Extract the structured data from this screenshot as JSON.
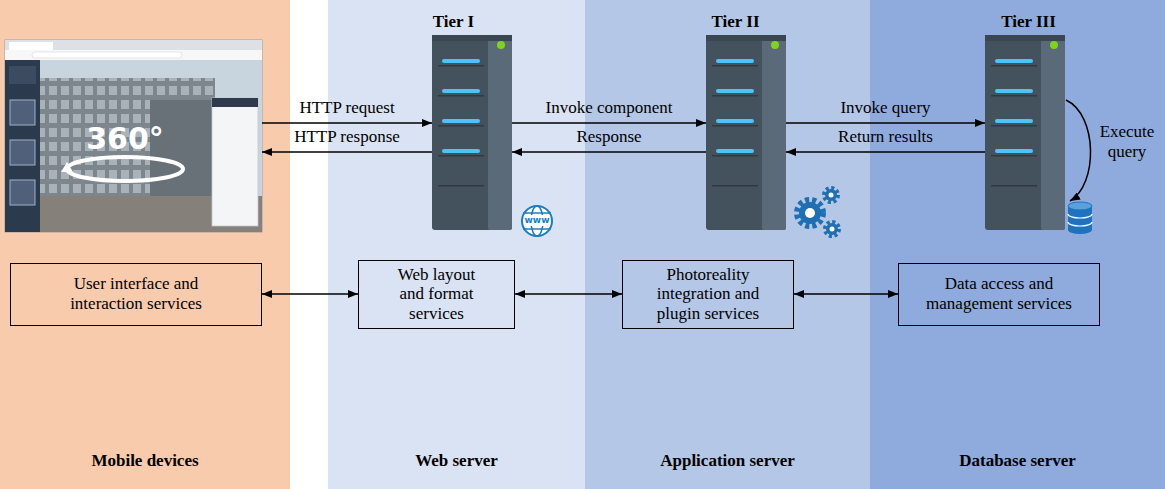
{
  "diagram": {
    "nodes": [
      {
        "text": [
          "Mobile devices"
        ]
      },
      {
        "text": [
          "User interface and interaction services"
        ],
        "in": 0
      },
      {
        "text": [
          "Tier I",
          "Web server"
        ]
      },
      {
        "text": [
          "Web layout and format services"
        ],
        "in": 2
      },
      {
        "text": [
          "Tier II",
          "Application server"
        ]
      },
      {
        "text": [
          "Photoreality integration and plugin services"
        ],
        "in": 4
      },
      {
        "text": [
          "Tier III",
          "Database server"
        ]
      },
      {
        "text": [
          "Data access and management services"
        ],
        "in": 6
      }
    ],
    "edges": [
      {
        "from": 1,
        "to": 3,
        "arrow": "both"
      },
      {
        "from": 3,
        "to": 5,
        "arrow": "both"
      },
      {
        "from": 5,
        "to": 7,
        "arrow": "both"
      }
    ],
    "labels": [
      "360°",
      "HTTP request",
      "HTTP response",
      "www",
      "Invoke component",
      "Response",
      "Invoke query",
      "Return results",
      "Execute query"
    ]
  }
}
